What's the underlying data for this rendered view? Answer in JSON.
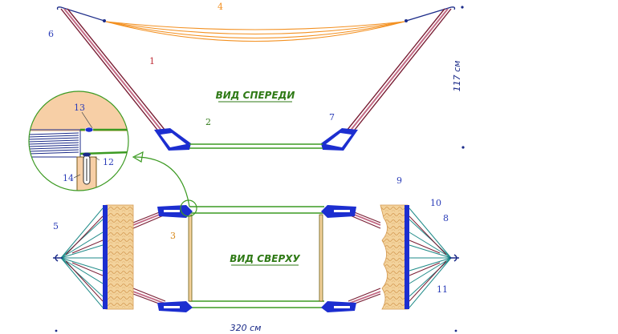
{
  "titles": {
    "front_view": "ВИД СПЕРЕДИ",
    "top_view": "ВИД СВЕРХУ"
  },
  "dimensions": {
    "height": "117 см",
    "length": "320 см"
  },
  "callouts": {
    "n1": "1",
    "n2": "2",
    "n3": "3",
    "n4": "4",
    "n5": "5",
    "n6": "6",
    "n7": "7",
    "n8": "8",
    "n9": "9",
    "n10": "10",
    "n11": "11",
    "n12": "12",
    "n13": "13",
    "n14": "14"
  },
  "colors": {
    "frame_dark": "#7a1f35",
    "frame_light": "#c46b86",
    "tube_green": "#3c9a22",
    "cord_orange": "#f39020",
    "bracket_blue": "#1c2ed0",
    "teal_cord": "#1e8a88",
    "fabric": "#f0c88a",
    "inset_fill": "#f7cfa6",
    "label_blue": "#2a3cb8",
    "label_orange": "#d88818",
    "title_green": "#2f7a16"
  }
}
